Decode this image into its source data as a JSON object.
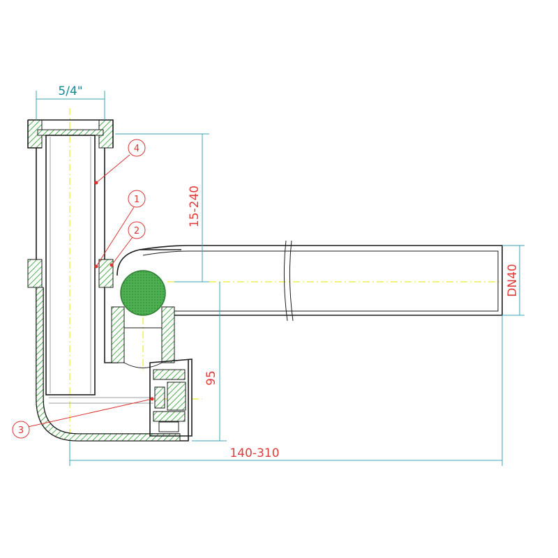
{
  "dimensions": {
    "thread_size": "5/4\"",
    "height_range": "15-240",
    "drop_height": "95",
    "length_range": "140-310",
    "outlet_size": "DN40"
  },
  "callouts": [
    {
      "label": "1"
    },
    {
      "label": "2"
    },
    {
      "label": "3"
    },
    {
      "label": "4"
    }
  ],
  "colors": {
    "outline": "#1a1a1a",
    "dimension_line": "#3aa6b4",
    "dimension_text": "#e03b3b",
    "callout": "#d33333",
    "hatch": "#4caf50",
    "valve_ball": "#43a047",
    "center_axis": "#e6e600"
  }
}
